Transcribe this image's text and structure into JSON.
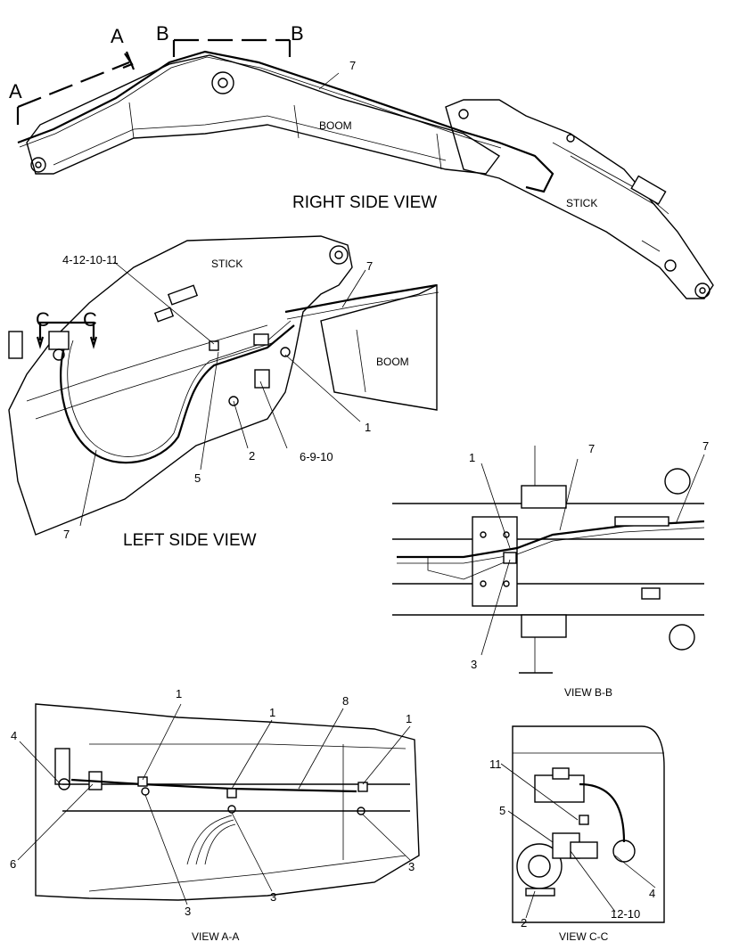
{
  "views": {
    "right_side": "RIGHT SIDE VIEW",
    "left_side": "LEFT SIDE VIEW",
    "view_bb": "VIEW B-B",
    "view_aa": "VIEW A-A",
    "view_cc": "VIEW C-C"
  },
  "components": {
    "boom": "BOOM",
    "stick": "STICK"
  },
  "section_markers": {
    "a": "A",
    "b": "B",
    "c": "C"
  },
  "callouts": {
    "rs_7": "7",
    "ls_4_12_10_11": "4-12-10-11",
    "ls_7_top": "7",
    "ls_1": "1",
    "ls_2": "2",
    "ls_5": "5",
    "ls_6_9_10": "6-9-10",
    "ls_7_bottom": "7",
    "bb_1": "1",
    "bb_7_left": "7",
    "bb_7_right": "7",
    "bb_3": "3",
    "aa_1_a": "1",
    "aa_1_b": "1",
    "aa_1_c": "1",
    "aa_4": "4",
    "aa_8": "8",
    "aa_6": "6",
    "aa_3_a": "3",
    "aa_3_b": "3",
    "aa_3_c": "3",
    "cc_11": "11",
    "cc_5": "5",
    "cc_4": "4",
    "cc_2": "2",
    "cc_12_10": "12-10"
  }
}
